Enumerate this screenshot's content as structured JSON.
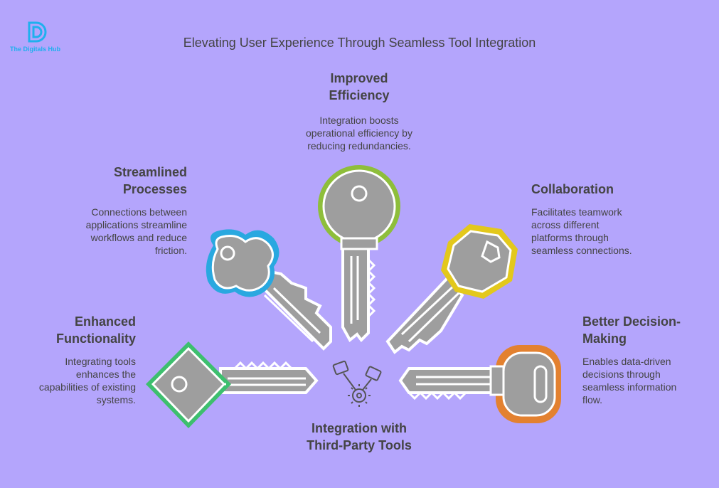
{
  "logo": {
    "text": "The Digitals Hub",
    "icon": "d-logo-icon",
    "color": "#1fb0ee"
  },
  "title": "Elevating User Experience Through Seamless Tool Integration",
  "center": {
    "heading_line1": "Integration with",
    "heading_line2": "Third-Party Tools",
    "icon": "pistons-gear-icon"
  },
  "items": [
    {
      "id": "efficiency",
      "heading_line1": "Improved",
      "heading_line2": "Efficiency",
      "desc": [
        "Integration boosts",
        "operational efficiency by",
        "reducing redundancies."
      ],
      "color": "#8ebe3b"
    },
    {
      "id": "streamlined",
      "heading_line1": "Streamlined",
      "heading_line2": "Processes",
      "desc": [
        "Connections between",
        "applications streamline",
        "workflows and reduce",
        "friction."
      ],
      "color": "#29a8e0"
    },
    {
      "id": "collaboration",
      "heading_line1": "Collaboration",
      "heading_line2": "",
      "desc": [
        "Facilitates teamwork",
        "across different",
        "platforms through",
        "seamless connections."
      ],
      "color": "#e3c81c"
    },
    {
      "id": "functionality",
      "heading_line1": "Enhanced",
      "heading_line2": "Functionality",
      "desc": [
        "Integrating tools",
        "enhances the",
        "capabilities of existing",
        "systems."
      ],
      "color": "#3dbf6e"
    },
    {
      "id": "decision",
      "heading_line1": "Better Decision-",
      "heading_line2": "Making",
      "desc": [
        "Enables data-driven",
        "decisions through",
        "seamless information",
        "flow."
      ],
      "color": "#e38130"
    }
  ]
}
